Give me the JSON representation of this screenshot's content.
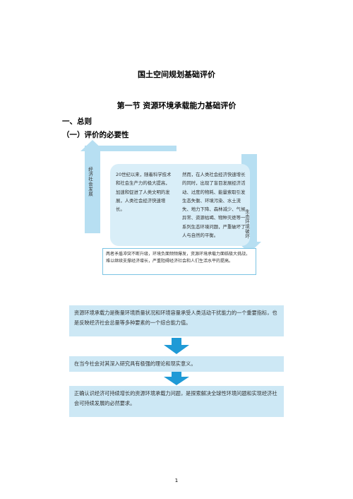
{
  "document": {
    "title": "国土空间规划基础评价",
    "section_title": "第一节  资源环境承载能力基础评价",
    "heading1": "一、总则",
    "heading2": "（一）评价的必要性"
  },
  "cycle_diagram": {
    "left_label": "经济社会发展",
    "right_label": "生态环境破坏",
    "left_text": "20世纪以来，随着科学技术和社会生产力的极大提高，加速和促进了人类文明的发展，人类社会经济快速增长。",
    "right_text": "然而，在人类社会经济快速增长的同时，出现了盲目发展经济活动、过度的物耗、能量索取引发生态失衡、环境污染、水土流失、地力下降、森林减少、气候异常、资源枯竭、物种灭绝等一系列生态环境问题，严重破坏了人与自然的平衡。",
    "callout": "两者矛盾冲突不断升级，环境负面频频爆发，资源环境承载力面临极大挑战，难以继续支撑经济增长，严重阻碍经济社会和人们生活水平的提高。"
  },
  "flow": {
    "box1": "资源环境承载力是衡量环境质量状况和环境容量承受人类活动干扰能力的一个重要指标，也是反映经济社会总量等多种要素的一个综合能力值。",
    "box2": "在当今社会对其深入研究具有极强的理论和现实意义。",
    "box3": "正确认识经济可持续增长的资源环境承载力问题，是探索解决全球性环境问题和实现经济社会可持续发展的必然要求。"
  },
  "footer": {
    "page_number": "1"
  },
  "colors": {
    "light_blue": "#b7dff2",
    "panel_blue": "#d9eef8",
    "box_blue": "#cde8f5",
    "arrow_blue": "#1f9ad6"
  }
}
